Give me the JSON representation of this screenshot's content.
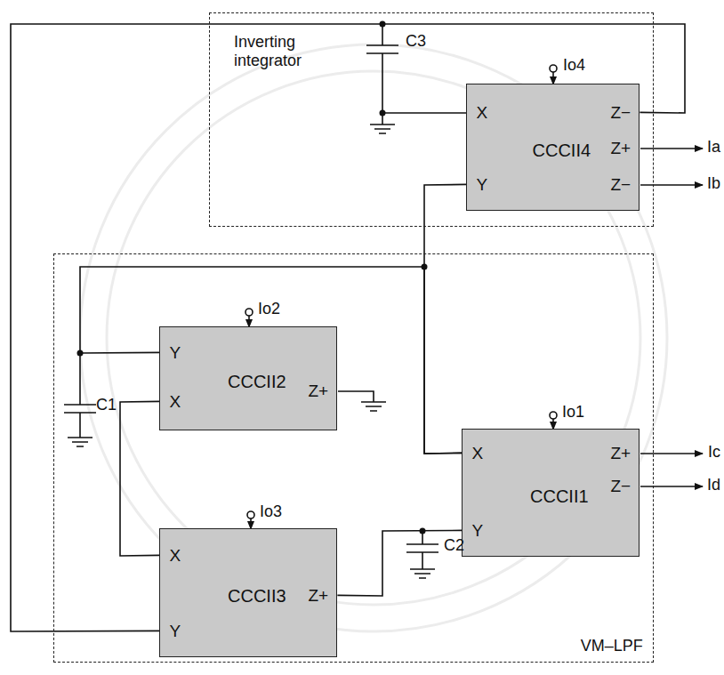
{
  "diagram": {
    "nodes": [
      {
        "text": [
          "Inverting integrator"
        ]
      },
      {
        "text": [
          "CCCII4",
          "X",
          "Y",
          "Z−",
          "Z+",
          "Z−"
        ],
        "in": 0
      },
      {
        "text": [
          "VM–LPF"
        ]
      },
      {
        "text": [
          "CCCII2",
          "Y",
          "X",
          "Z+"
        ],
        "in": 2
      },
      {
        "text": [
          "CCCII1",
          "X",
          "Y",
          "Z+",
          "Z−"
        ],
        "in": 2
      },
      {
        "text": [
          "CCCII3",
          "X",
          "Y",
          "Z+"
        ],
        "in": 2
      }
    ],
    "edges": [
      {
        "from": 1,
        "to": 5,
        "arrow": "none"
      },
      {
        "from": 4,
        "to": 1,
        "arrow": "none"
      },
      {
        "from": 3,
        "to": 4,
        "arrow": "none"
      },
      {
        "from": 3,
        "to": 5,
        "arrow": "none"
      },
      {
        "from": 5,
        "to": 4,
        "arrow": "none"
      }
    ],
    "labels": [
      "Io4",
      "C3",
      "Ia",
      "Ib",
      "Io2",
      "C1",
      "Io3",
      "C2",
      "Io1",
      "Ic",
      "Id"
    ]
  }
}
